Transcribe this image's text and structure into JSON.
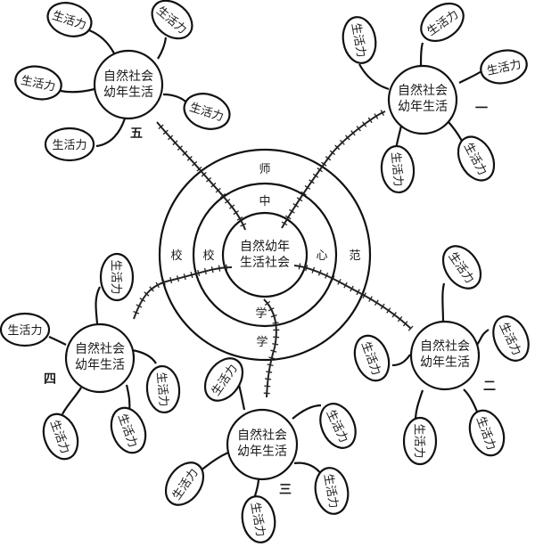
{
  "diagram": {
    "title": "",
    "center": {
      "lines": [
        "自然幼年",
        "生活社会"
      ]
    },
    "rings": {
      "middle": {
        "label": "中心学校",
        "chars": {
          "top": "中",
          "right": "心",
          "bottom": "学",
          "left": "校"
        }
      },
      "outer": {
        "label": "师范学校",
        "chars": {
          "top": "师",
          "right": "范",
          "bottom": "学",
          "left": "校"
        }
      }
    },
    "nodes": [
      {
        "id": "一",
        "number": "一",
        "lines": [
          "自然社会",
          "幼年生活"
        ],
        "leaves": [
          "生活力",
          "生活力",
          "生活力",
          "生活力",
          "生活力"
        ]
      },
      {
        "id": "二",
        "number": "二",
        "lines": [
          "自然社会",
          "幼年生活"
        ],
        "leaves": [
          "生活力",
          "生活力",
          "生活力",
          "生活力",
          "生活力"
        ]
      },
      {
        "id": "三",
        "number": "三",
        "lines": [
          "自然社会",
          "幼年生活"
        ],
        "leaves": [
          "生活力",
          "生活力",
          "生活力",
          "生活力",
          "生活力"
        ]
      },
      {
        "id": "四",
        "number": "四",
        "lines": [
          "自然社会",
          "幼年生活"
        ],
        "leaves": [
          "生活力",
          "生活力",
          "生活力",
          "生活力",
          "生活力"
        ]
      },
      {
        "id": "五",
        "number": "五",
        "lines": [
          "自然社会",
          "幼年生活"
        ],
        "leaves": [
          "生活力",
          "生活力",
          "生活力",
          "生活力",
          "生活力"
        ]
      }
    ],
    "colors": {
      "ink": "#111111",
      "background": "#ffffff"
    }
  }
}
